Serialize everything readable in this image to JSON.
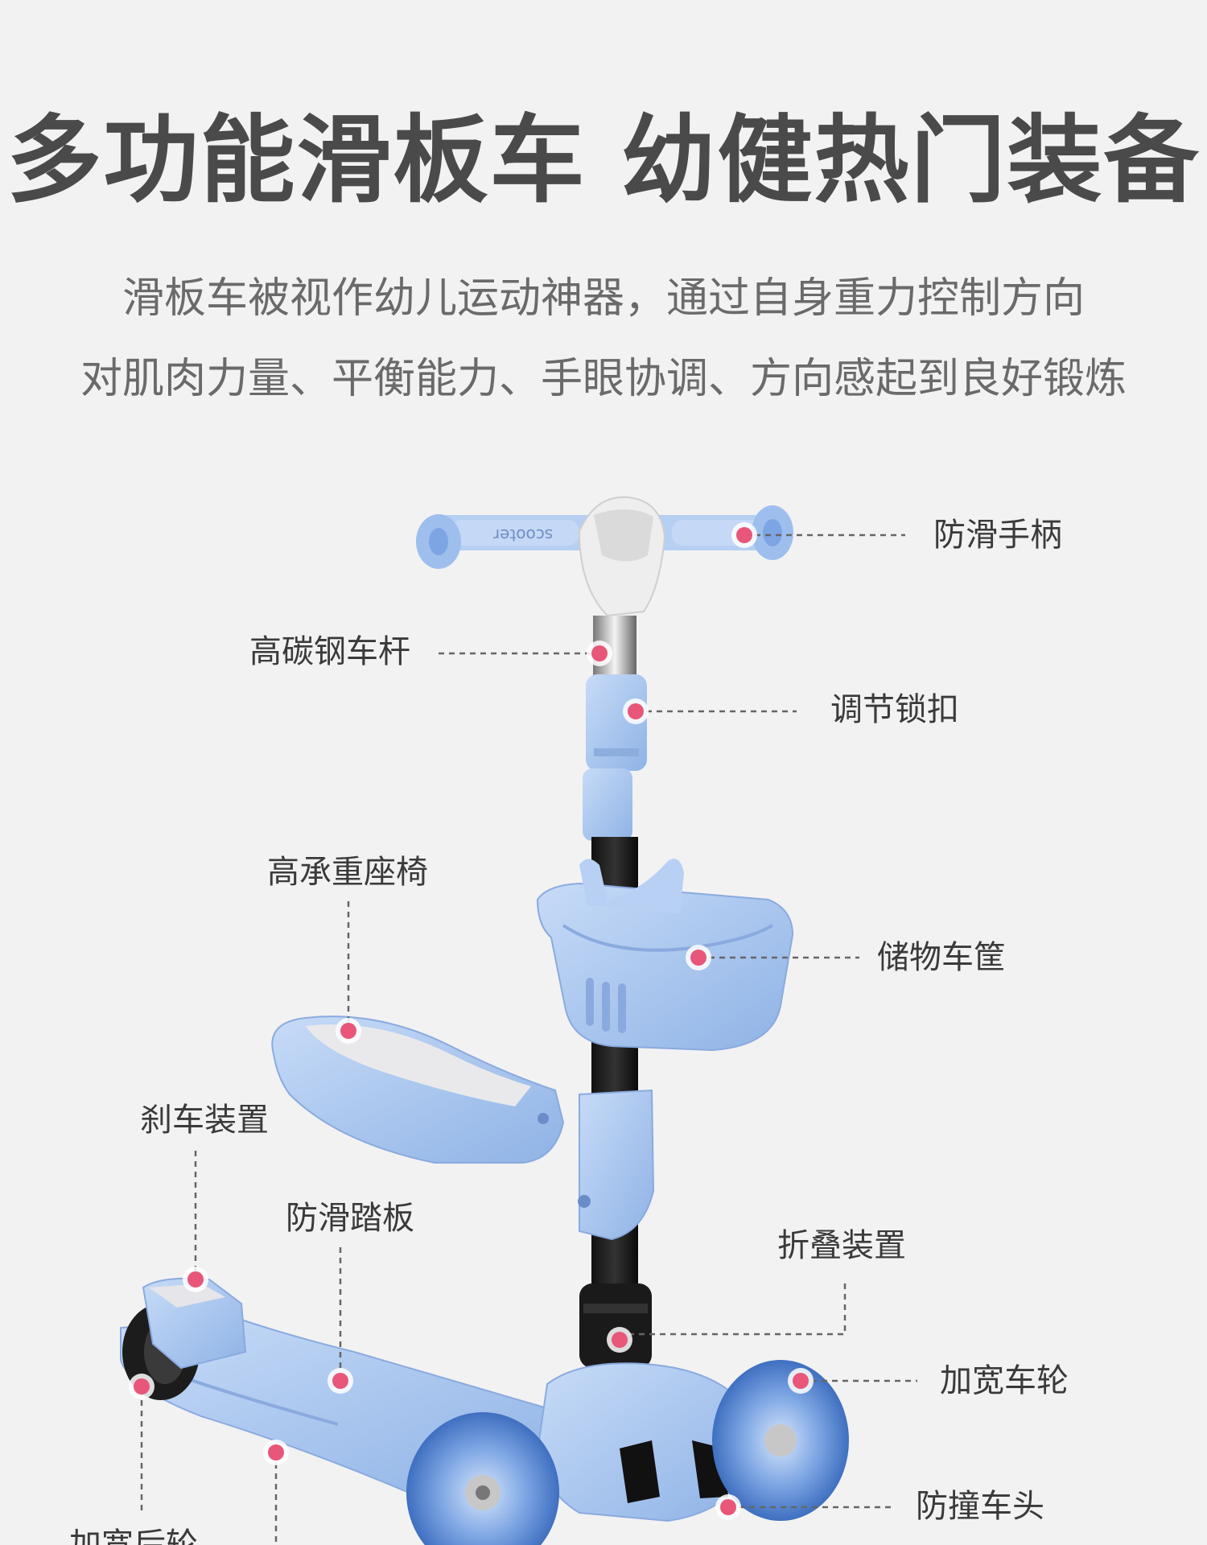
{
  "header": {
    "title": "多功能滑板车 幼健热门装备",
    "subtitle_line1": "滑板车被视作幼儿运动神器，通过自身重力控制方向",
    "subtitle_line2": "对肌肉力量、平衡能力、手眼协调、方向感起到良好锻炼"
  },
  "product": {
    "grip_text": "scooter",
    "callouts": [
      {
        "label": "防滑手柄"
      },
      {
        "label": "高碳钢车杆"
      },
      {
        "label": "调节锁扣"
      },
      {
        "label": "高承重座椅"
      },
      {
        "label": "储物车筐"
      },
      {
        "label": "刹车装置"
      },
      {
        "label": "防滑踏板"
      },
      {
        "label": "折叠装置"
      },
      {
        "label": "加宽车轮"
      },
      {
        "label": "防撞车头"
      },
      {
        "label": "加宽后轮"
      }
    ]
  },
  "colors": {
    "background": "#f2f2f2",
    "scooter_blue": "#a9c8f2",
    "marker_pink": "#e8567a",
    "dash": "#666666"
  }
}
